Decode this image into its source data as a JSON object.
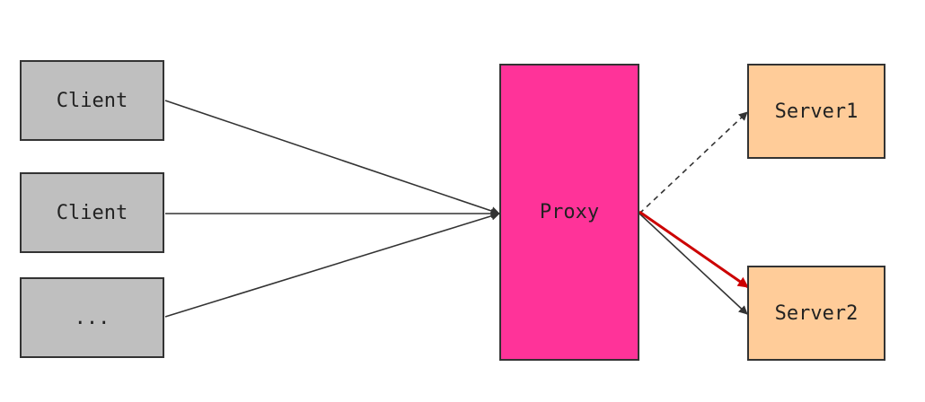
{
  "clients": [
    {
      "label": "Client"
    },
    {
      "label": "Client"
    },
    {
      "label": "..."
    }
  ],
  "proxy": {
    "label": "Proxy"
  },
  "servers": [
    {
      "label": "Server1"
    },
    {
      "label": "Server2"
    }
  ],
  "colors": {
    "client_fill": "#bfbfbf",
    "proxy_fill": "#ff3399",
    "server_fill": "#ffcc99",
    "edge": "#333333",
    "highlight_edge": "#cc0000"
  }
}
